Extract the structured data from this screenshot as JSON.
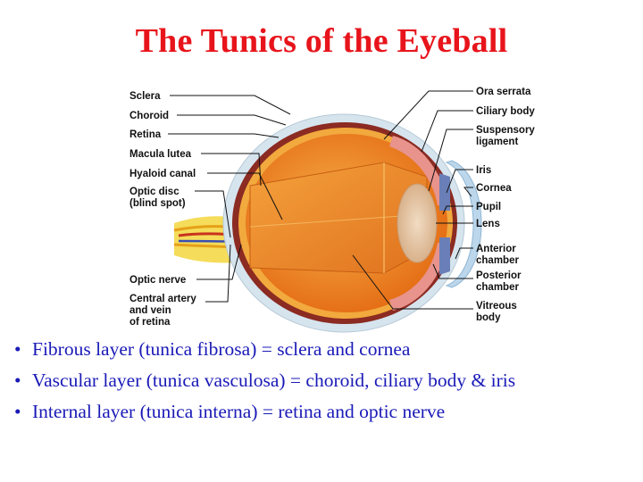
{
  "title": "The Tunics of the Eyeball",
  "diagram": {
    "labels_left": {
      "sclera": "Sclera",
      "choroid": "Choroid",
      "retina": "Retina",
      "macula_lutea": "Macula lutea",
      "hyaloid_canal": "Hyaloid canal",
      "optic_disc_1": "Optic disc",
      "optic_disc_2": "(blind spot)",
      "optic_nerve": "Optic nerve",
      "central_artery_1": "Central artery",
      "central_artery_2": "and vein",
      "central_artery_3": "of retina"
    },
    "labels_right": {
      "ora_serrata": "Ora serrata",
      "ciliary_body": "Ciliary body",
      "suspensory_1": "Suspensory",
      "suspensory_2": "ligament",
      "iris": "Iris",
      "cornea": "Cornea",
      "pupil": "Pupil",
      "lens": "Lens",
      "anterior_1": "Anterior",
      "anterior_2": "chamber",
      "posterior_1": "Posterior",
      "posterior_2": "chamber",
      "vitreous_1": "Vitreous",
      "vitreous_2": "body"
    },
    "colors": {
      "sclera": "#d9e6ee",
      "choroid": "#8a2a22",
      "retina": "#f0a23a",
      "vitreous": "#f08a1c",
      "lens": "#e7c9a8",
      "cornea": "#bcd7ec",
      "nerve": "#f2d24a"
    }
  },
  "bullets": [
    "Fibrous layer (tunica fibrosa) = sclera and cornea",
    "Vascular layer (tunica vasculosa) = choroid, ciliary body & iris",
    "Internal layer (tunica interna) = retina and optic nerve"
  ]
}
